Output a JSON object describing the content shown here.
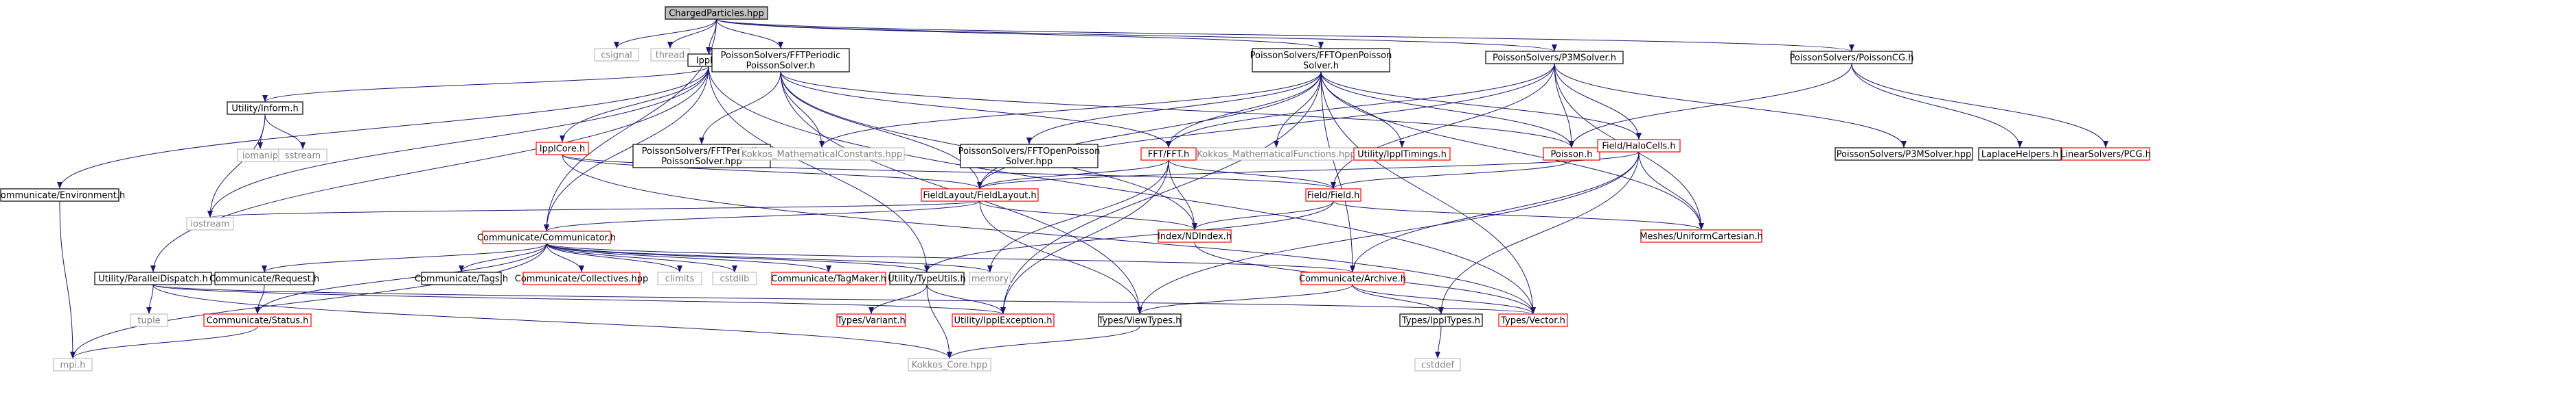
{
  "nodes": {
    "charged_particles": [
      "ChargedParticles.hpp"
    ],
    "csignal": [
      "csignal"
    ],
    "thread": [
      "thread"
    ],
    "ippl_h": [
      "Ippl.h"
    ],
    "fft_periodic_h": [
      "PoissonSolvers/FFTPeriodic",
      "PoissonSolver.h"
    ],
    "fft_open_h": [
      "PoissonSolvers/FFTOpenPoisson",
      "Solver.h"
    ],
    "p3m_h": [
      "PoissonSolvers/P3MSolver.h"
    ],
    "poisson_cg_h": [
      "PoissonSolvers/PoissonCG.h"
    ],
    "utility_inform": [
      "Utility/Inform.h"
    ],
    "iomanip": [
      "iomanip"
    ],
    "sstream": [
      "sstream"
    ],
    "comm_env": [
      "Communicate/Environment.h"
    ],
    "ippl_core": [
      "IpplCore.h"
    ],
    "fft_periodic_hpp": [
      "PoissonSolvers/FFTPeriodic",
      "PoissonSolver.hpp"
    ],
    "kokkos_math_const": [
      "Kokkos_MathematicalConstants.hpp"
    ],
    "fft_open_hpp": [
      "PoissonSolvers/FFTOpenPoisson",
      "Solver.hpp"
    ],
    "fft_fft": [
      "FFT/FFT.h"
    ],
    "kokkos_math_func": [
      "Kokkos_MathematicalFunctions.hpp"
    ],
    "ippl_timings": [
      "Utility/IpplTimings.h"
    ],
    "poisson_h": [
      "Poisson.h"
    ],
    "field_halo": [
      "Field/HaloCells.h"
    ],
    "p3m_hpp": [
      "PoissonSolvers/P3MSolver.hpp"
    ],
    "laplace": [
      "LaplaceHelpers.h"
    ],
    "linear_pcg": [
      "LinearSolvers/PCG.h"
    ],
    "field_layout": [
      "FieldLayout/FieldLayout.h"
    ],
    "field_field": [
      "Field/Field.h"
    ],
    "iostream": [
      "iostream"
    ],
    "index_ndindex": [
      "Index/NDIndex.h"
    ],
    "meshes_uniform": [
      "Meshes/UniformCartesian.h"
    ],
    "comm_communicator": [
      "Communicate/Communicator.h"
    ],
    "utility_pdispatch": [
      "Utility/ParallelDispatch.h"
    ],
    "comm_request": [
      "Communicate/Request.h"
    ],
    "comm_tags": [
      "Communicate/Tags.h"
    ],
    "comm_collectives": [
      "Communicate/Collectives.hpp"
    ],
    "climits": [
      "climits"
    ],
    "cstdlib": [
      "cstdlib"
    ],
    "comm_tagmaker": [
      "Communicate/TagMaker.h"
    ],
    "utility_typeutils": [
      "Utility/TypeUtils.h"
    ],
    "memory": [
      "memory"
    ],
    "comm_archive": [
      "Communicate/Archive.h"
    ],
    "tuple": [
      "tuple"
    ],
    "comm_status": [
      "Communicate/Status.h"
    ],
    "types_variant": [
      "Types/Variant.h"
    ],
    "utility_exception": [
      "Utility/IpplException.h"
    ],
    "types_viewtypes": [
      "Types/ViewTypes.h"
    ],
    "types_ippltypes": [
      "Types/IpplTypes.h"
    ],
    "types_vector": [
      "Types/Vector.h"
    ],
    "mpi_h": [
      "mpi.h"
    ],
    "kokkos_core": [
      "Kokkos_Core.hpp"
    ],
    "cstddef": [
      "cstddef"
    ]
  },
  "colors": {
    "edge": "#191970",
    "root_fill": "#bfbfbf",
    "linked_border": "#000000",
    "truncated_border": "#ff0000",
    "external_border": "#bfbfbf",
    "external_text": "#808080"
  }
}
